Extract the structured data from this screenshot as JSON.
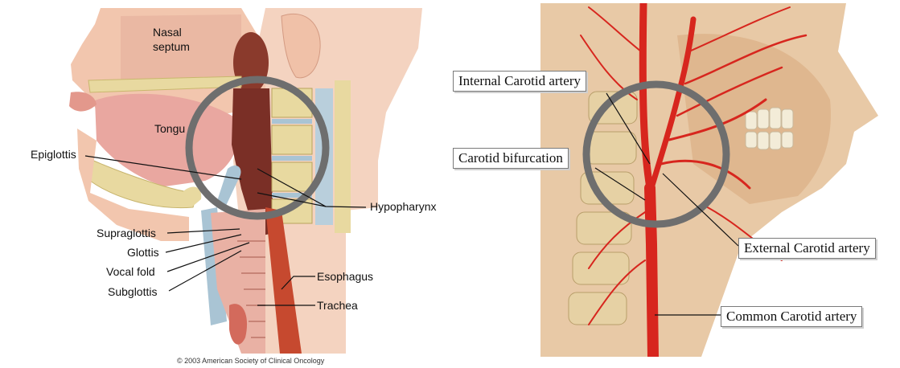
{
  "left_panel": {
    "labels": {
      "nasal_septum_line1": "Nasal",
      "nasal_septum_line2": "septum",
      "tongue": "Tongu",
      "epiglottis": "Epiglottis",
      "hypopharynx": "Hypopharynx",
      "supraglottis": "Supraglottis",
      "glottis": "Glottis",
      "vocal_fold": "Vocal fold",
      "subglottis": "Subglottis",
      "esophagus": "Esophagus",
      "trachea": "Trachea"
    },
    "copyright": "© 2003 American Society of Clinical Oncology"
  },
  "right_panel": {
    "labels": {
      "internal_carotid": "Internal Carotid artery",
      "carotid_bifurcation": "Carotid bifurcation",
      "external_carotid": "External Carotid artery",
      "common_carotid": "Common Carotid artery"
    }
  },
  "colors": {
    "skin": "#f2c9b0",
    "tissue_pink": "#e9a7a0",
    "bone": "#e8d9a0",
    "cartilage_blue": "#a9c4d4",
    "airway_dark": "#7a2f26",
    "artery_red": "#d7261e",
    "circle_gray": "#6e6e6e"
  }
}
